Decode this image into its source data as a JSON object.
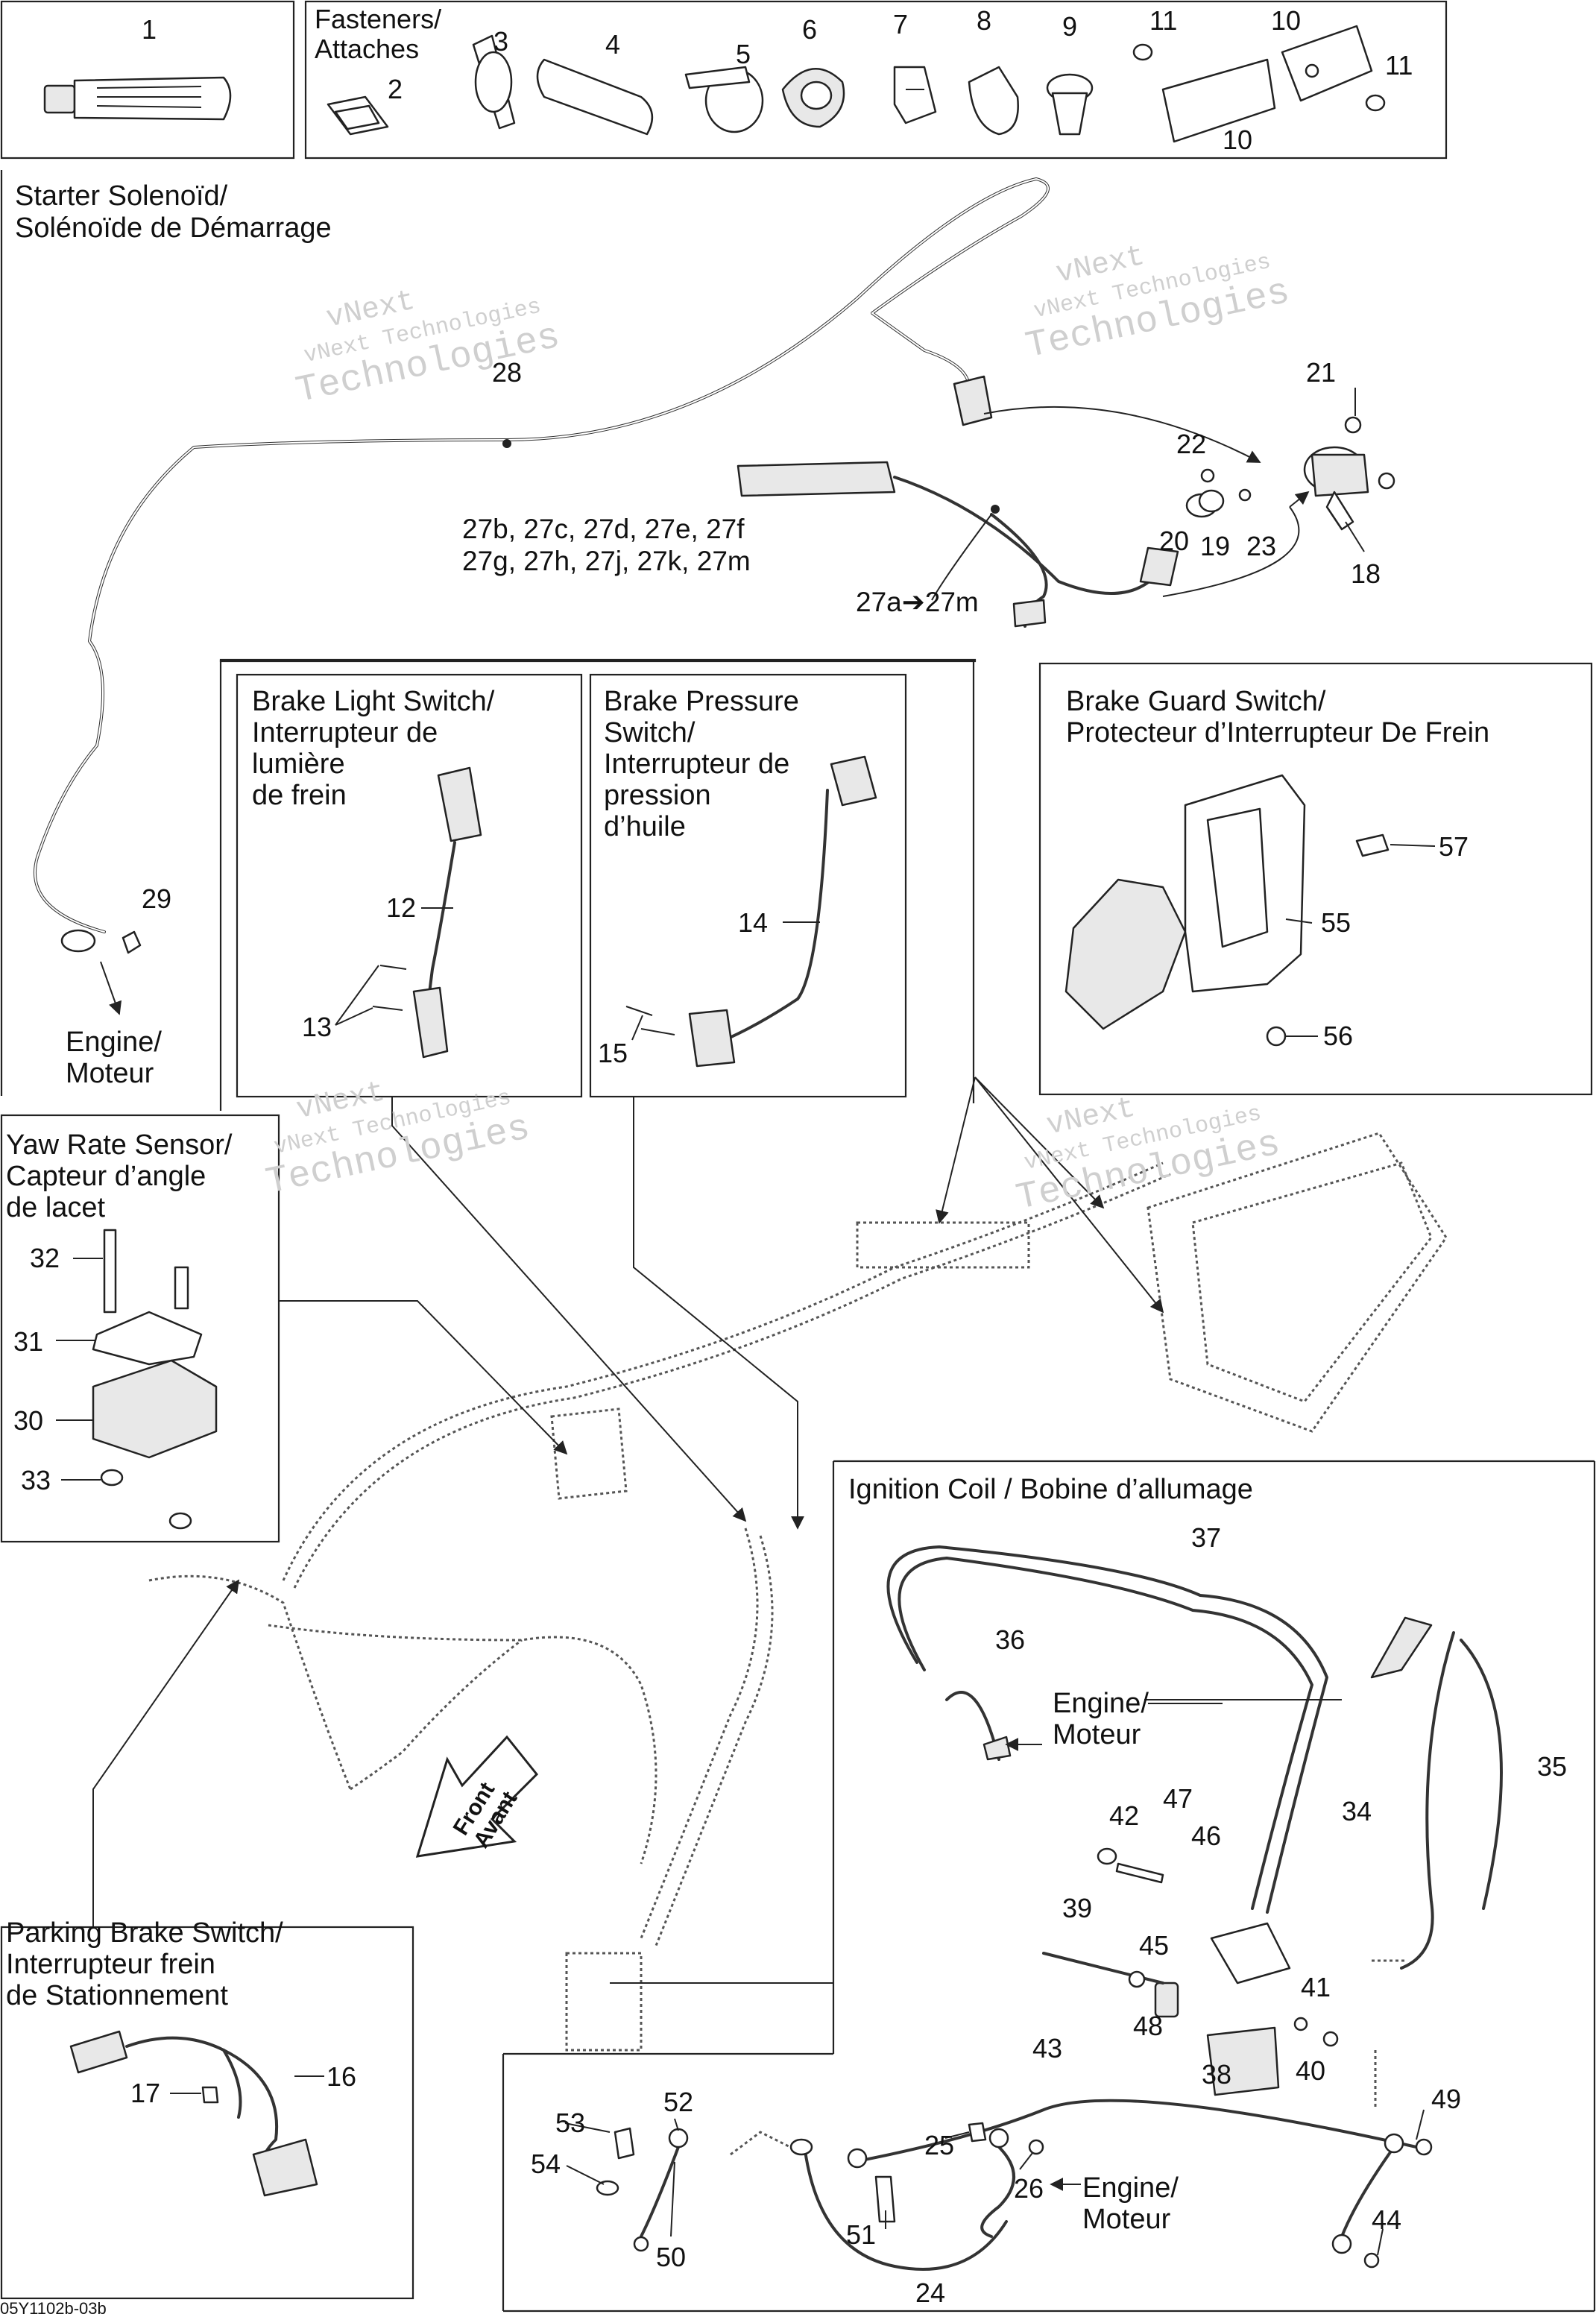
{
  "fasteners_header": [
    "Fasteners/",
    "Attaches"
  ],
  "starter_title": [
    "Starter Solenoïd/",
    "Solénoïde de Démarrage"
  ],
  "brake_light_title": [
    "Brake Light Switch/",
    "Interrupteur de",
    "lumière",
    "de frein"
  ],
  "brake_pressure_title": [
    "Brake Pressure",
    "Switch/",
    "Interrupteur de",
    "pression",
    "d’huile"
  ],
  "brake_guard_title": [
    "Brake Guard Switch/",
    "Protecteur d’Interrupteur De Frein"
  ],
  "yaw_title": [
    "Yaw Rate Sensor/",
    "Capteur d’angle",
    "de lacet"
  ],
  "ignition_title": "Ignition Coil / Bobine d’allumage",
  "parking_title": [
    "Parking Brake Switch/",
    "Interrupteur frein",
    "de Stationnement"
  ],
  "engine_label": [
    "Engine/",
    "Moteur"
  ],
  "front_label": [
    "Front",
    "Avant"
  ],
  "harness_parts_label": [
    "27b, 27c, 27d, 27e, 27f",
    "27g, 27h, 27j, 27k, 27m"
  ],
  "harness_range_label": "27a➔27m",
  "watermark": [
    "vNext",
    "vNext Technologies",
    "Technologies"
  ],
  "figure_code": "05Y1102b-03b",
  "callouts": {
    "c1": "1",
    "c2": "2",
    "c3": "3",
    "c4": "4",
    "c5": "5",
    "c6": "6",
    "c7": "7",
    "c8": "8",
    "c9": "9",
    "c10": "10",
    "c11": "11",
    "c12": "12",
    "c13": "13",
    "c14": "14",
    "c15": "15",
    "c16": "16",
    "c17": "17",
    "c18": "18",
    "c19": "19",
    "c20": "20",
    "c21": "21",
    "c22": "22",
    "c23": "23",
    "c24": "24",
    "c25": "25",
    "c26": "26",
    "c28": "28",
    "c29": "29",
    "c30": "30",
    "c31": "31",
    "c32": "32",
    "c33": "33",
    "c34": "34",
    "c35": "35",
    "c36": "36",
    "c37": "37",
    "c38": "38",
    "c39": "39",
    "c40": "40",
    "c41": "41",
    "c42": "42",
    "c43": "43",
    "c44": "44",
    "c45": "45",
    "c46": "46",
    "c47": "47",
    "c48": "48",
    "c49": "49",
    "c50": "50",
    "c51": "51",
    "c52": "52",
    "c53": "53",
    "c54": "54",
    "c55": "55",
    "c56": "56",
    "c57": "57"
  }
}
